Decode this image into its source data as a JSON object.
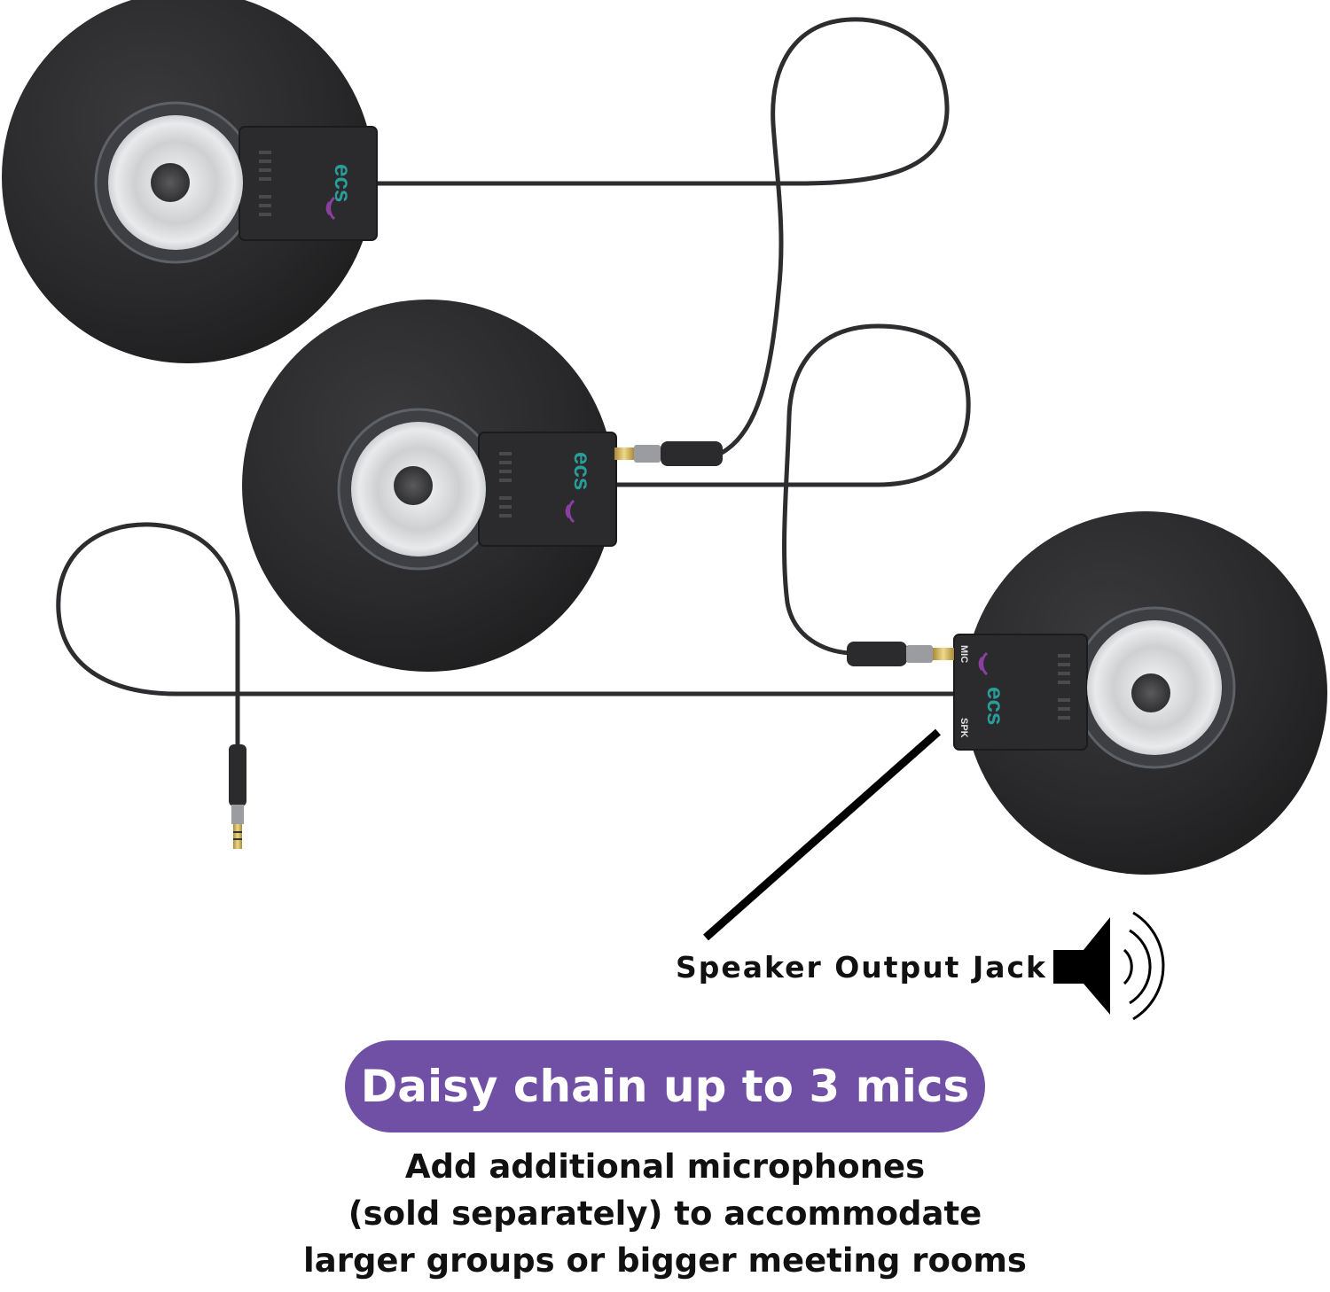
{
  "device": {
    "brand_text": "ecs",
    "port_mic": "MIC",
    "port_spk": "SPK"
  },
  "callout": {
    "label": "Speaker Output Jack",
    "icon": "speaker-icon"
  },
  "headline": "Daisy chain up to 3 mics",
  "description": {
    "lines": [
      "Add additional microphones",
      "(sold separately) to accommodate",
      "larger groups or bigger meeting rooms"
    ]
  },
  "colors": {
    "accent": "#7050a4",
    "device_body": "#2b2b2d",
    "logo_teal": "#2a9d9a",
    "logo_purple": "#8a3f9e"
  }
}
